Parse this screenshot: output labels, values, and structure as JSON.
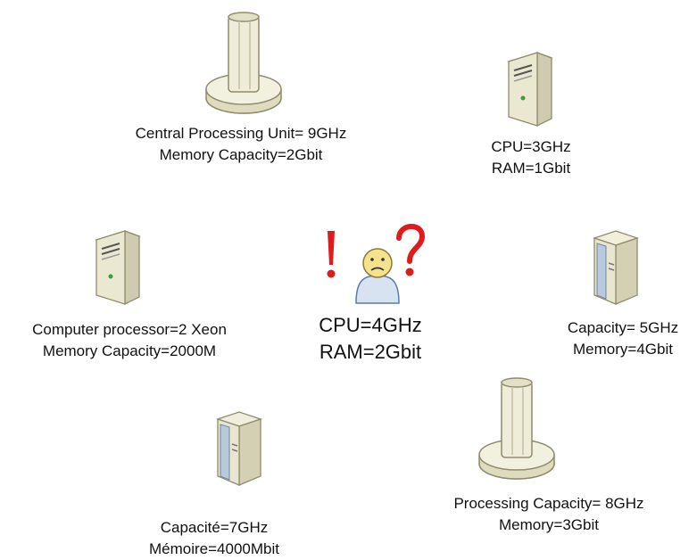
{
  "center": {
    "line1": "CPU=4GHz",
    "line2": "RAM=2Gbit"
  },
  "nodes": [
    {
      "id": "mainframe-top",
      "icon": "mainframe-tower-icon",
      "line1": "Central Processing Unit= 9GHz",
      "line2": "Memory Capacity=2Gbit"
    },
    {
      "id": "server-top-right",
      "icon": "server-tower-icon",
      "line1": "CPU=3GHz",
      "line2": "RAM=1Gbit"
    },
    {
      "id": "server-left",
      "icon": "server-tower-icon",
      "line1": "Computer processor=2 Xeon",
      "line2": "Memory Capacity=2000M"
    },
    {
      "id": "rack-right",
      "icon": "server-rack-icon",
      "line1": "Capacity= 5GHz",
      "line2": "Memory=4Gbit"
    },
    {
      "id": "rack-bottom-left",
      "icon": "server-rack-icon",
      "line1": "Capacité=7GHz",
      "line2": "Mémoire=4000Mbit"
    },
    {
      "id": "mainframe-bottom-right",
      "icon": "mainframe-tower-icon",
      "line1": "Processing Capacity= 8GHz",
      "line2": "Memory=3Gbit"
    }
  ],
  "colors": {
    "exclamation": "#e01b1b",
    "question": "#e01b1b",
    "face": "#f5e08a",
    "body": "#c9d9ec"
  }
}
